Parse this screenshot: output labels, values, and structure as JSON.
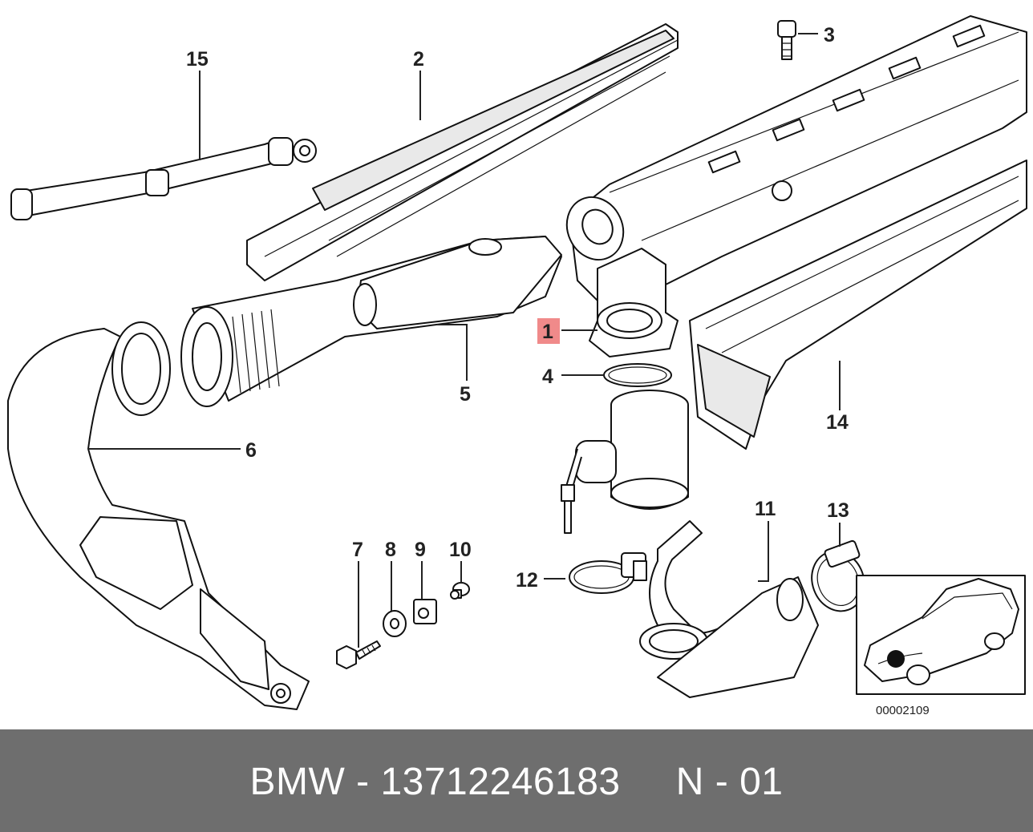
{
  "diagram": {
    "callouts": [
      {
        "id": "15",
        "label": "15"
      },
      {
        "id": "2",
        "label": "2"
      },
      {
        "id": "3",
        "label": "3"
      },
      {
        "id": "1",
        "label": "1",
        "highlighted": true
      },
      {
        "id": "4",
        "label": "4"
      },
      {
        "id": "5",
        "label": "5"
      },
      {
        "id": "6",
        "label": "6"
      },
      {
        "id": "14",
        "label": "14"
      },
      {
        "id": "7",
        "label": "7"
      },
      {
        "id": "8",
        "label": "8"
      },
      {
        "id": "9",
        "label": "9"
      },
      {
        "id": "10",
        "label": "10"
      },
      {
        "id": "11",
        "label": "11"
      },
      {
        "id": "12",
        "label": "12"
      },
      {
        "id": "13",
        "label": "13"
      }
    ],
    "highlight_color": "#f08a8a",
    "inset": {
      "reference_code": "00002109"
    }
  },
  "footer": {
    "text": "BMW - 13712246183     N - 01",
    "background": "#6e6e6e"
  }
}
